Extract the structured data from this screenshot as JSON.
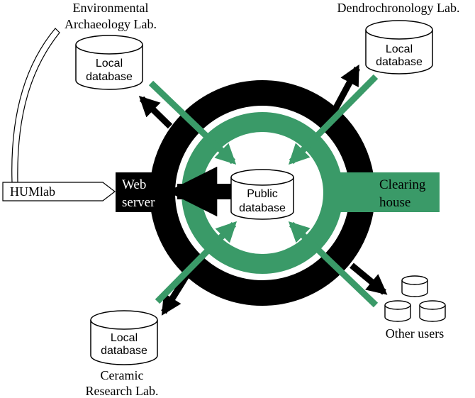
{
  "colors": {
    "green": "#3a9a68",
    "black": "#000000",
    "white": "#ffffff"
  },
  "labs": {
    "environmental": {
      "line1": "Environmental",
      "line2": "Archaeology Lab."
    },
    "dendro": {
      "line1": "Dendrochronology Lab."
    },
    "ceramic": {
      "line1": "Ceramic",
      "line2": "Research Lab."
    }
  },
  "databases": {
    "local_line1": "Local",
    "local_line2": "database",
    "public_line1": "Public",
    "public_line2": "database"
  },
  "web_server": {
    "line1": "Web",
    "line2": "server"
  },
  "clearing_house": {
    "line1": "Clearing",
    "line2": "house"
  },
  "humlab": {
    "label": "HUMlab"
  },
  "other_users": {
    "label": "Other users"
  }
}
